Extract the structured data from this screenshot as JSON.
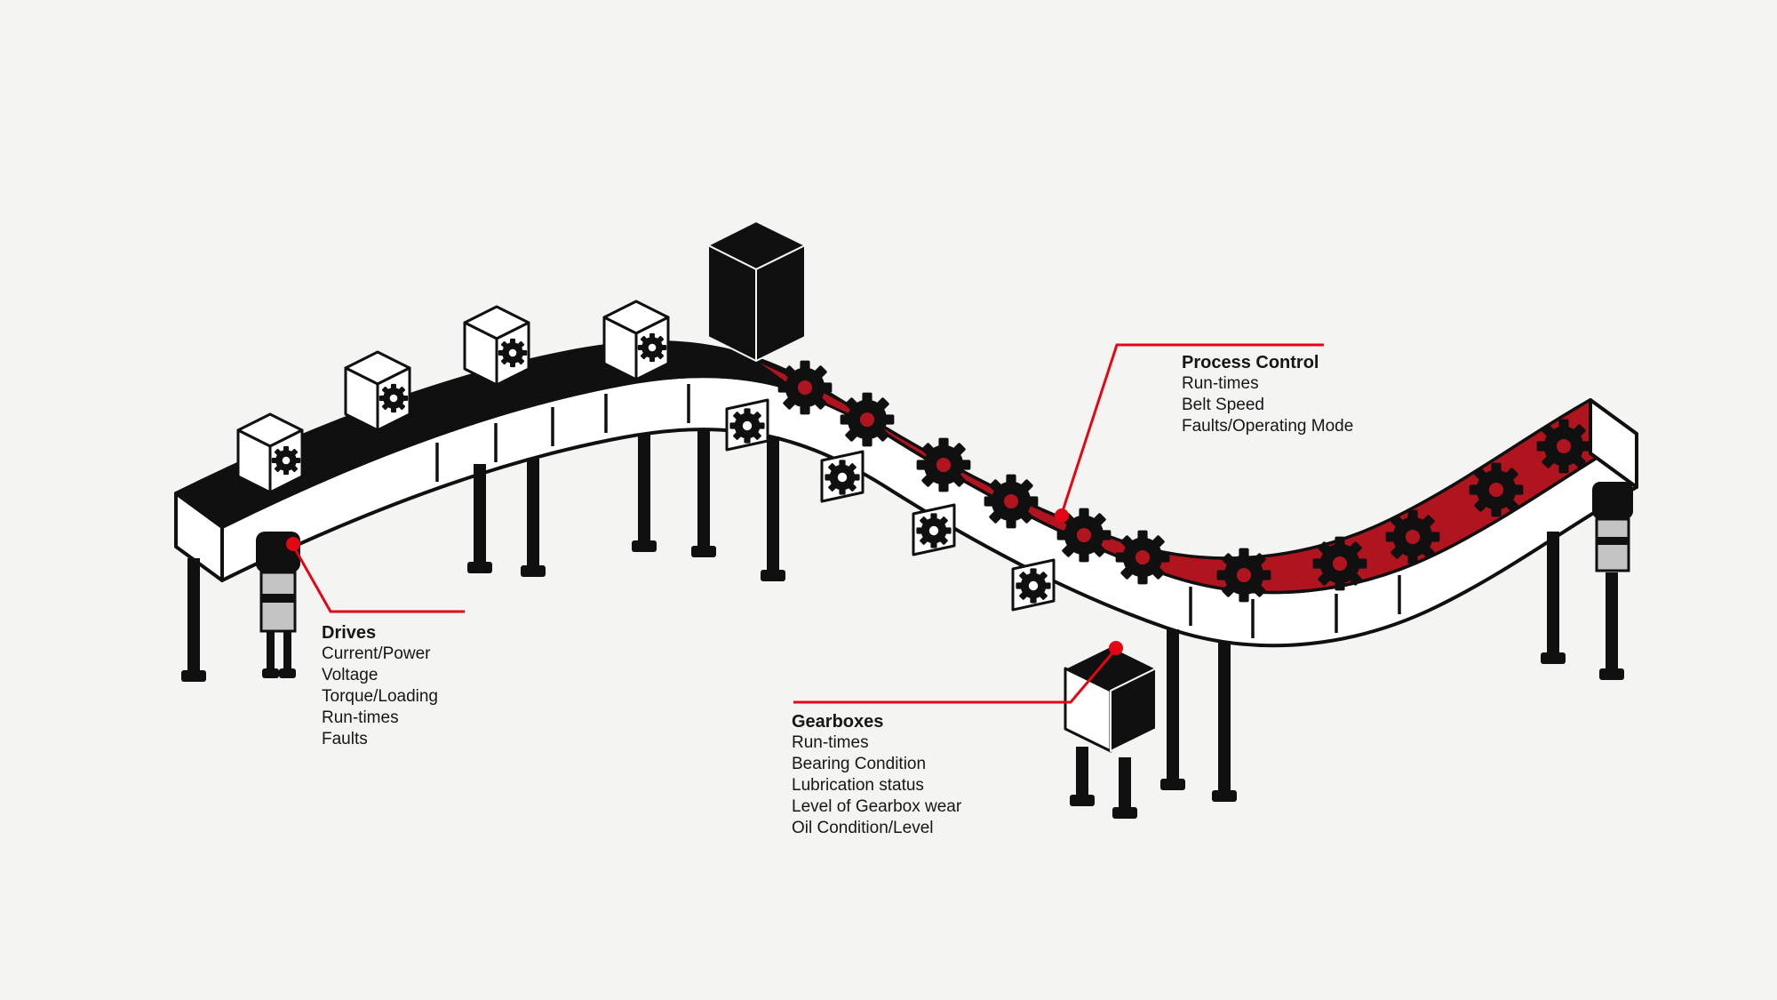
{
  "colors": {
    "bg": "#f4f4f2",
    "ink": "#161616",
    "accent": "#e30613",
    "belt-red": "#b0151f",
    "metal": "#c4c4c4"
  },
  "callouts": {
    "drives": {
      "title": "Drives",
      "items": [
        "Current/Power",
        "Voltage",
        "Torque/Loading",
        "Run-times",
        "Faults"
      ]
    },
    "gearboxes": {
      "title": "Gearboxes",
      "items": [
        "Run-times",
        "Bearing Condition",
        "Lubrication status",
        "Level of Gearbox wear",
        "Oil Condition/Level"
      ]
    },
    "process_control": {
      "title": "Process Control",
      "items": [
        "Run-times",
        "Belt Speed",
        "Faults/Operating Mode"
      ]
    }
  }
}
